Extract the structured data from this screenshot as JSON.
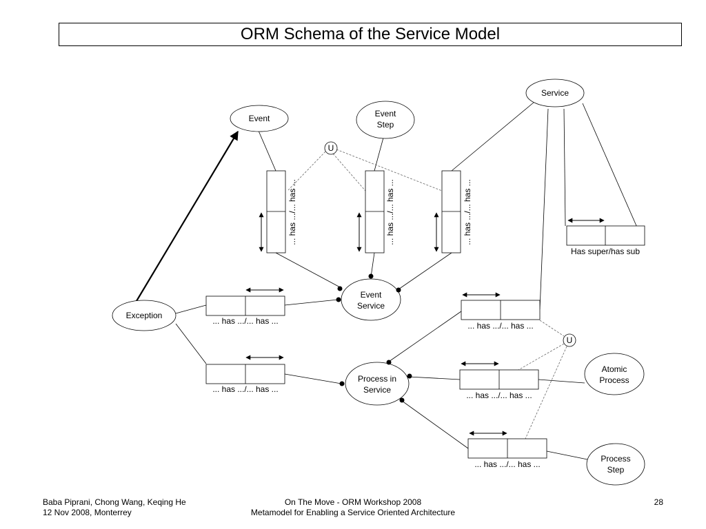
{
  "slide": {
    "title": "ORM Schema of the Service Model",
    "footer": {
      "authors": "Baba Piprani, Chong Wang, Keqing He",
      "date_place": "12 Nov 2008, Monterrey",
      "event": "On The Move - ORM Workshop 2008",
      "paper": "Metamodel for Enabling a Service Oriented Architecture",
      "page_number": "28"
    }
  },
  "diagram": {
    "entities": {
      "event": "Event",
      "event_step_line1": "Event",
      "event_step_line2": "Step",
      "service": "Service",
      "event_service_line1": "Event",
      "event_service_line2": "Service",
      "exception": "Exception",
      "process_in_service_line1": "Process in",
      "process_in_service_line2": "Service",
      "atomic_process_line1": "Atomic",
      "atomic_process_line2": "Process",
      "process_step_line1": "Process",
      "process_step_line2": "Step"
    },
    "constraints": {
      "top_uniqueness": "U",
      "right_uniqueness": "U"
    },
    "facts": {
      "event_has": "... has .../... has ...",
      "event_step_has": "... has .../... has ...",
      "service_has": "... has .../... has ...",
      "service_super_sub": "Has super/has sub",
      "exception_event_service": "... has .../... has ...",
      "exception_process_in_service": "... has .../... has ...",
      "service_process_in_service": "... has .../... has ...",
      "atomic_process_has": "... has .../... has ...",
      "process_step_has": "... has .../... has ..."
    }
  }
}
